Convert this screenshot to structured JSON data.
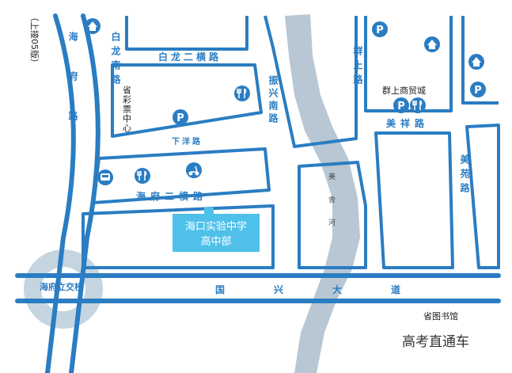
{
  "edition_note": "（上接05版）",
  "roads": {
    "bailong_er_heng": "白龙二横路",
    "bailong_nan": "白龙南路",
    "haifu": "海府路",
    "zhenxing_nan": "振兴南路",
    "qunshang": "群上路",
    "meixiang": "美祥路",
    "xiayang": "下洋路",
    "haifu_er_heng": "海府二横路",
    "meiyuan": "美苑路",
    "guoxing": "国兴大道"
  },
  "places": {
    "lottery_center": "省彩票中心",
    "qunshang_mall": "群上商贸城",
    "school": [
      "海口实验中学",
      "高中部"
    ],
    "interchange": "海府立交桥",
    "library": "省图书馆"
  },
  "river": "美舍河",
  "footer": "高考直通车",
  "colors": {
    "road": "#2a7dc2",
    "school_box": "#4fc0ea",
    "river": "#b8c7d3",
    "interchange": "#c5d5e0"
  },
  "icons": [
    "home-icon",
    "parking-icon",
    "restaurant-icon",
    "bus-icon",
    "scooter-icon"
  ]
}
